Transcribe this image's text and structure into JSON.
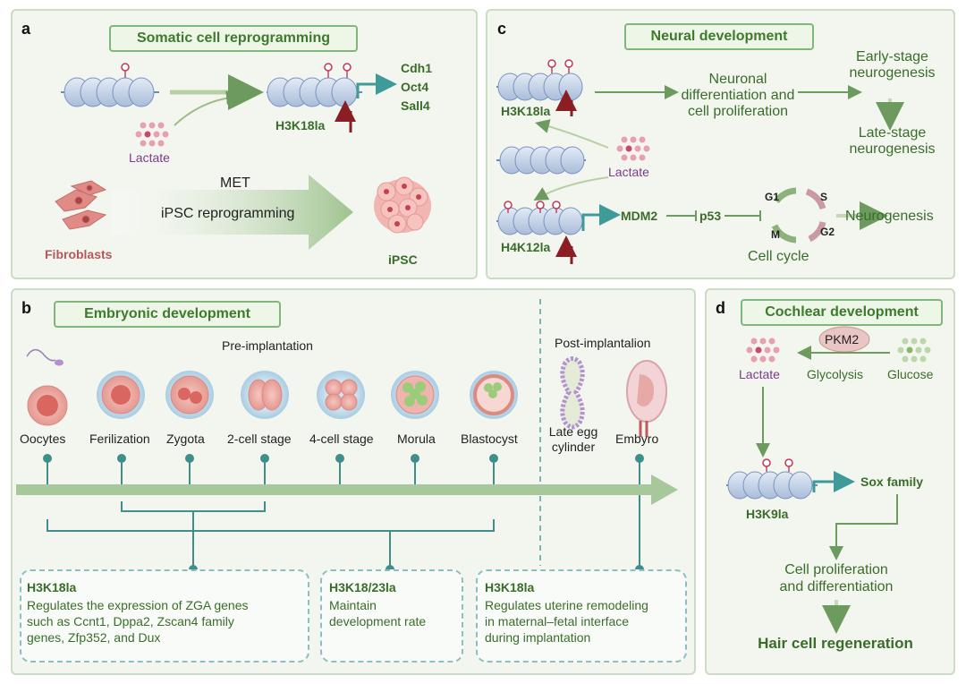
{
  "panel_a": {
    "letter": "a",
    "title": "Somatic cell reprogramming",
    "genes": [
      "Cdh1",
      "Oct4",
      "Sall4"
    ],
    "mark": "H3K18la",
    "lactate": "Lactate",
    "met": "MET",
    "ipsc_reprogramming": "iPSC reprogramming",
    "fibroblasts": "Fibroblasts",
    "ipsc": "iPSC"
  },
  "panel_b": {
    "letter": "b",
    "title": "Embryonic development",
    "pre": "Pre-implantation",
    "post": "Post-implantalion",
    "stages": [
      "Oocytes",
      "Ferilization",
      "Zygota",
      "2-cell stage",
      "4-cell stage",
      "Morula",
      "Blastocyst",
      "Late egg cylinder",
      "Embyro"
    ],
    "boxes": [
      {
        "mark": "H3K18la",
        "text": [
          "Regulates the expression of ZGA genes",
          "such as Ccnt1, Dppa2, Zscan4 family",
          "genes, Zfp352, and Dux"
        ]
      },
      {
        "mark": "H3K18/23la",
        "text": [
          "Maintain",
          "development rate"
        ]
      },
      {
        "mark": "H3K18la",
        "text": [
          "Regulates uterine remodeling",
          "in maternal–fetal interface",
          "during implantation"
        ]
      }
    ]
  },
  "panel_c": {
    "letter": "c",
    "title": "Neural development",
    "mark1": "H3K18la",
    "mark2": "H4K12la",
    "lactate": "Lactate",
    "neuronal": [
      "Neuronal",
      "differentiation and",
      "cell proliferation"
    ],
    "early": [
      "Early-stage",
      "neurogenesis"
    ],
    "late": [
      "Late-stage",
      "neurogenesis"
    ],
    "mdm2": "MDM2",
    "p53": "p53",
    "phases": [
      "G1",
      "S",
      "G2",
      "M"
    ],
    "cell_cycle": "Cell cycle",
    "neurogenesis": "Neurogenesis"
  },
  "panel_d": {
    "letter": "d",
    "title": "Cochlear development",
    "pkm2": "PKM2",
    "lactate": "Lactate",
    "glycolysis": "Glycolysis",
    "glucose": "Glucose",
    "mark": "H3K9la",
    "sox": "Sox family",
    "prolif": [
      "Cell proliferation",
      "and differentiation"
    ],
    "hair": "Hair cell regeneration"
  }
}
